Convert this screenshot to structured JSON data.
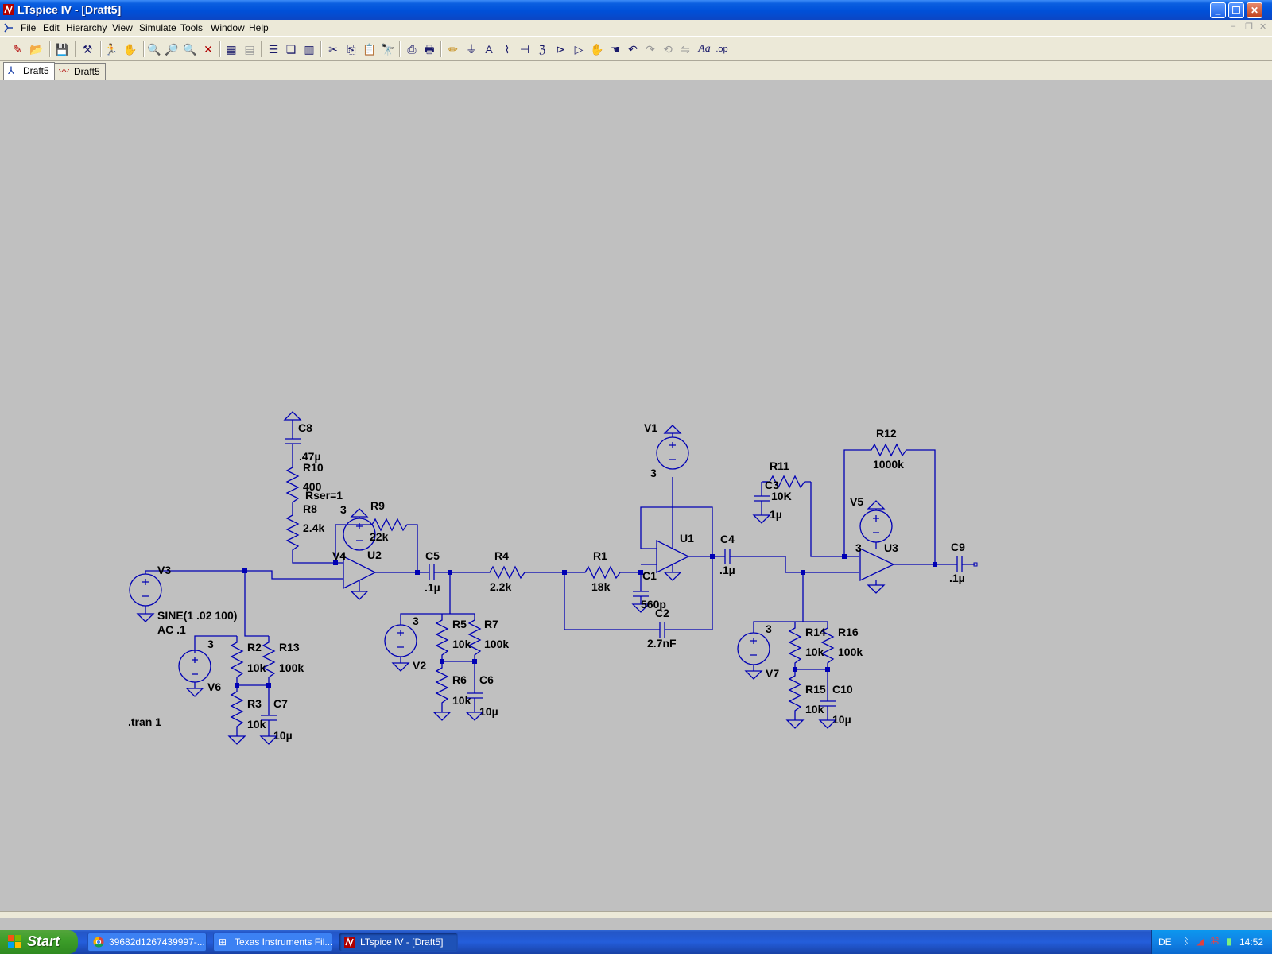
{
  "window": {
    "title": "LTspice IV - [Draft5]"
  },
  "menu": {
    "items": [
      "File",
      "Edit",
      "Hierarchy",
      "View",
      "Simulate",
      "Tools",
      "Window",
      "Help"
    ]
  },
  "toolbar": {
    "icons": [
      "new-schematic",
      "open",
      "save",
      "control-panel",
      "run",
      "halt",
      "zoom-in",
      "pan",
      "zoom-out",
      "zoom-fit",
      "autorange",
      "reset",
      "tile-horizontal",
      "cascade",
      "tile-vertical",
      "cut",
      "copy",
      "paste",
      "find",
      "print-setup",
      "print",
      "draw-wire",
      "ground",
      "label-net",
      "resistor",
      "capacitor",
      "inductor",
      "diode",
      "component",
      "move",
      "drag",
      "undo",
      "redo",
      "rotate",
      "mirror",
      "text",
      "spice-directive"
    ]
  },
  "tabs": [
    {
      "label": "Draft5",
      "kind": "schematic",
      "active": true
    },
    {
      "label": "Draft5",
      "kind": "waveform",
      "active": false
    }
  ],
  "schematic": {
    "wire_color": "#0000b4",
    "labels": {
      "C8": "C8",
      "C8_val": ".47µ",
      "R10": "R10",
      "R10_val": "400",
      "rser": "Rser=1",
      "R8": "R8",
      "R8_val": "2.4k",
      "V4": "V4",
      "V4_val": "3",
      "R9": "R9",
      "R9_val": "22k",
      "U2": "U2",
      "V3": "V3",
      "V3_val": "SINE(1 .02 100)",
      "V3_ac": "AC .1",
      "C5": "C5",
      "C5_val": ".1µ",
      "R4": "R4",
      "R4_val": "2.2k",
      "R1": "R1",
      "R1_val": "18k",
      "C1": "C1",
      "C1_val": "560p",
      "C2": "C2",
      "C2_val": "2.7nF",
      "V1": "V1",
      "V1_val": "3",
      "U1": "U1",
      "C4": "C4",
      "C4_val": ".1µ",
      "R11": "R11",
      "R11_val": "10K",
      "C3": "C3",
      "C3_val": "1µ",
      "R12": "R12",
      "R12_val": "1000k",
      "V5": "V5",
      "V5_val": "3",
      "U3": "U3",
      "C9": "C9",
      "C9_val": ".1µ",
      "V6": "V6",
      "V6_val": "3",
      "R2": "R2",
      "R2_val": "10k",
      "R13": "R13",
      "R13_val": "100k",
      "R3": "R3",
      "R3_val": "10k",
      "C7": "C7",
      "C7_val": "10µ",
      "V2": "V2",
      "V2_val": "3",
      "R5": "R5",
      "R5_val": "10k",
      "R7": "R7",
      "R7_val": "100k",
      "R6": "R6",
      "R6_val": "10k",
      "C6": "C6",
      "C6_val": "10µ",
      "V7": "V7",
      "V7_val": "3",
      "R14": "R14",
      "R14_val": "10k",
      "R16": "R16",
      "R16_val": "100k",
      "R15": "R15",
      "R15_val": "10k",
      "C10": "C10",
      "C10_val": "10µ",
      "tran": ".tran 1"
    }
  },
  "taskbar": {
    "start": "Start",
    "tasks": [
      {
        "label": "39682d1267439997-...",
        "active": false
      },
      {
        "label": "Texas Instruments Fil...",
        "active": false
      },
      {
        "label": "LTspice IV - [Draft5]",
        "active": true
      }
    ],
    "language": "DE",
    "clock": "14:52"
  }
}
